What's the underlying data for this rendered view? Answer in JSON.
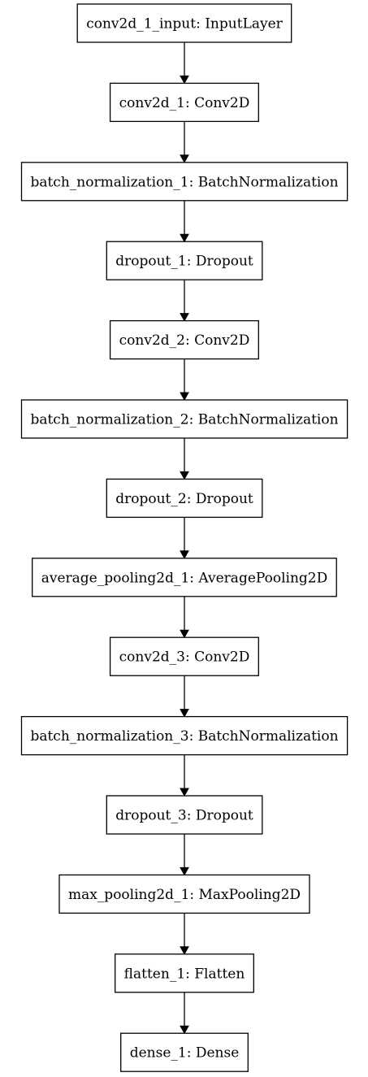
{
  "diagram": {
    "nodes": [
      {
        "id": "conv2d_1_input",
        "label": "conv2d_1_input: InputLayer"
      },
      {
        "id": "conv2d_1",
        "label": "conv2d_1: Conv2D"
      },
      {
        "id": "batch_normalization_1",
        "label": "batch_normalization_1: BatchNormalization"
      },
      {
        "id": "dropout_1",
        "label": "dropout_1: Dropout"
      },
      {
        "id": "conv2d_2",
        "label": "conv2d_2: Conv2D"
      },
      {
        "id": "batch_normalization_2",
        "label": "batch_normalization_2: BatchNormalization"
      },
      {
        "id": "dropout_2",
        "label": "dropout_2: Dropout"
      },
      {
        "id": "average_pooling2d_1",
        "label": "average_pooling2d_1: AveragePooling2D"
      },
      {
        "id": "conv2d_3",
        "label": "conv2d_3: Conv2D"
      },
      {
        "id": "batch_normalization_3",
        "label": "batch_normalization_3: BatchNormalization"
      },
      {
        "id": "dropout_3",
        "label": "dropout_3: Dropout"
      },
      {
        "id": "max_pooling2d_1",
        "label": "max_pooling2d_1: MaxPooling2D"
      },
      {
        "id": "flatten_1",
        "label": "flatten_1: Flatten"
      },
      {
        "id": "dense_1",
        "label": "dense_1: Dense"
      }
    ],
    "edges": [
      [
        "conv2d_1_input",
        "conv2d_1"
      ],
      [
        "conv2d_1",
        "batch_normalization_1"
      ],
      [
        "batch_normalization_1",
        "dropout_1"
      ],
      [
        "dropout_1",
        "conv2d_2"
      ],
      [
        "conv2d_2",
        "batch_normalization_2"
      ],
      [
        "batch_normalization_2",
        "dropout_2"
      ],
      [
        "dropout_2",
        "average_pooling2d_1"
      ],
      [
        "average_pooling2d_1",
        "conv2d_3"
      ],
      [
        "conv2d_3",
        "batch_normalization_3"
      ],
      [
        "batch_normalization_3",
        "dropout_3"
      ],
      [
        "dropout_3",
        "max_pooling2d_1"
      ],
      [
        "max_pooling2d_1",
        "flatten_1"
      ],
      [
        "flatten_1",
        "dense_1"
      ]
    ]
  }
}
